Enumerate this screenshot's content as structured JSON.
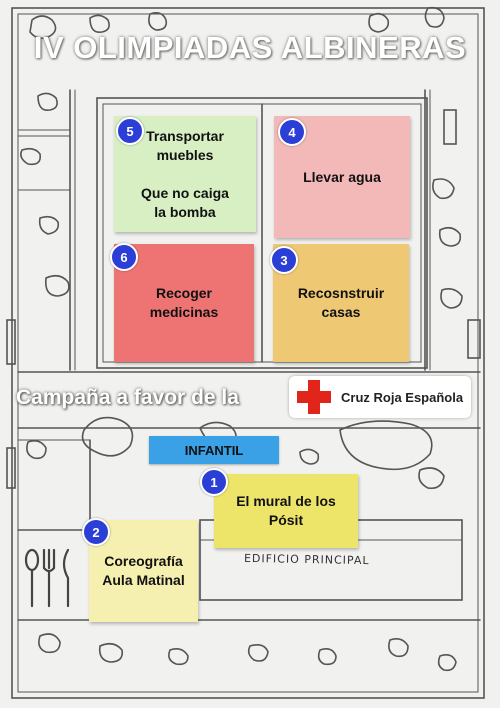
{
  "title": "IV OLIMPIADAS ALBINERAS",
  "stations": [
    {
      "number": "5",
      "lines": [
        "Transportar",
        "muebles",
        "",
        "Que  no caiga",
        "la bomba"
      ],
      "color": "#d8efc4"
    },
    {
      "number": "4",
      "lines": [
        "Llevar agua"
      ],
      "color": "#f3b8b8"
    },
    {
      "number": "6",
      "lines": [
        "Recoger",
        "medicinas"
      ],
      "color": "#ee7474"
    },
    {
      "number": "3",
      "lines": [
        "Recosnstruir",
        "casas"
      ],
      "color": "#efc874"
    },
    {
      "number": "1",
      "lines": [
        "El mural de los",
        "Pósit"
      ],
      "color": "#ede46a"
    },
    {
      "number": "2",
      "lines": [
        "Coreografía",
        "Aula Matinal"
      ],
      "color": "#f6f0b0"
    }
  ],
  "campaign": {
    "text": "Campaña a favor de la",
    "logo_text": "Cruz Roja Española",
    "logo_color": "#e1251b"
  },
  "infantil_label": "INFANTIL",
  "edificio_label": "EDIFICIO  PRINCIPAL",
  "colors": {
    "badge": "#2b3fd6",
    "infantil": "#3aa1e6"
  }
}
